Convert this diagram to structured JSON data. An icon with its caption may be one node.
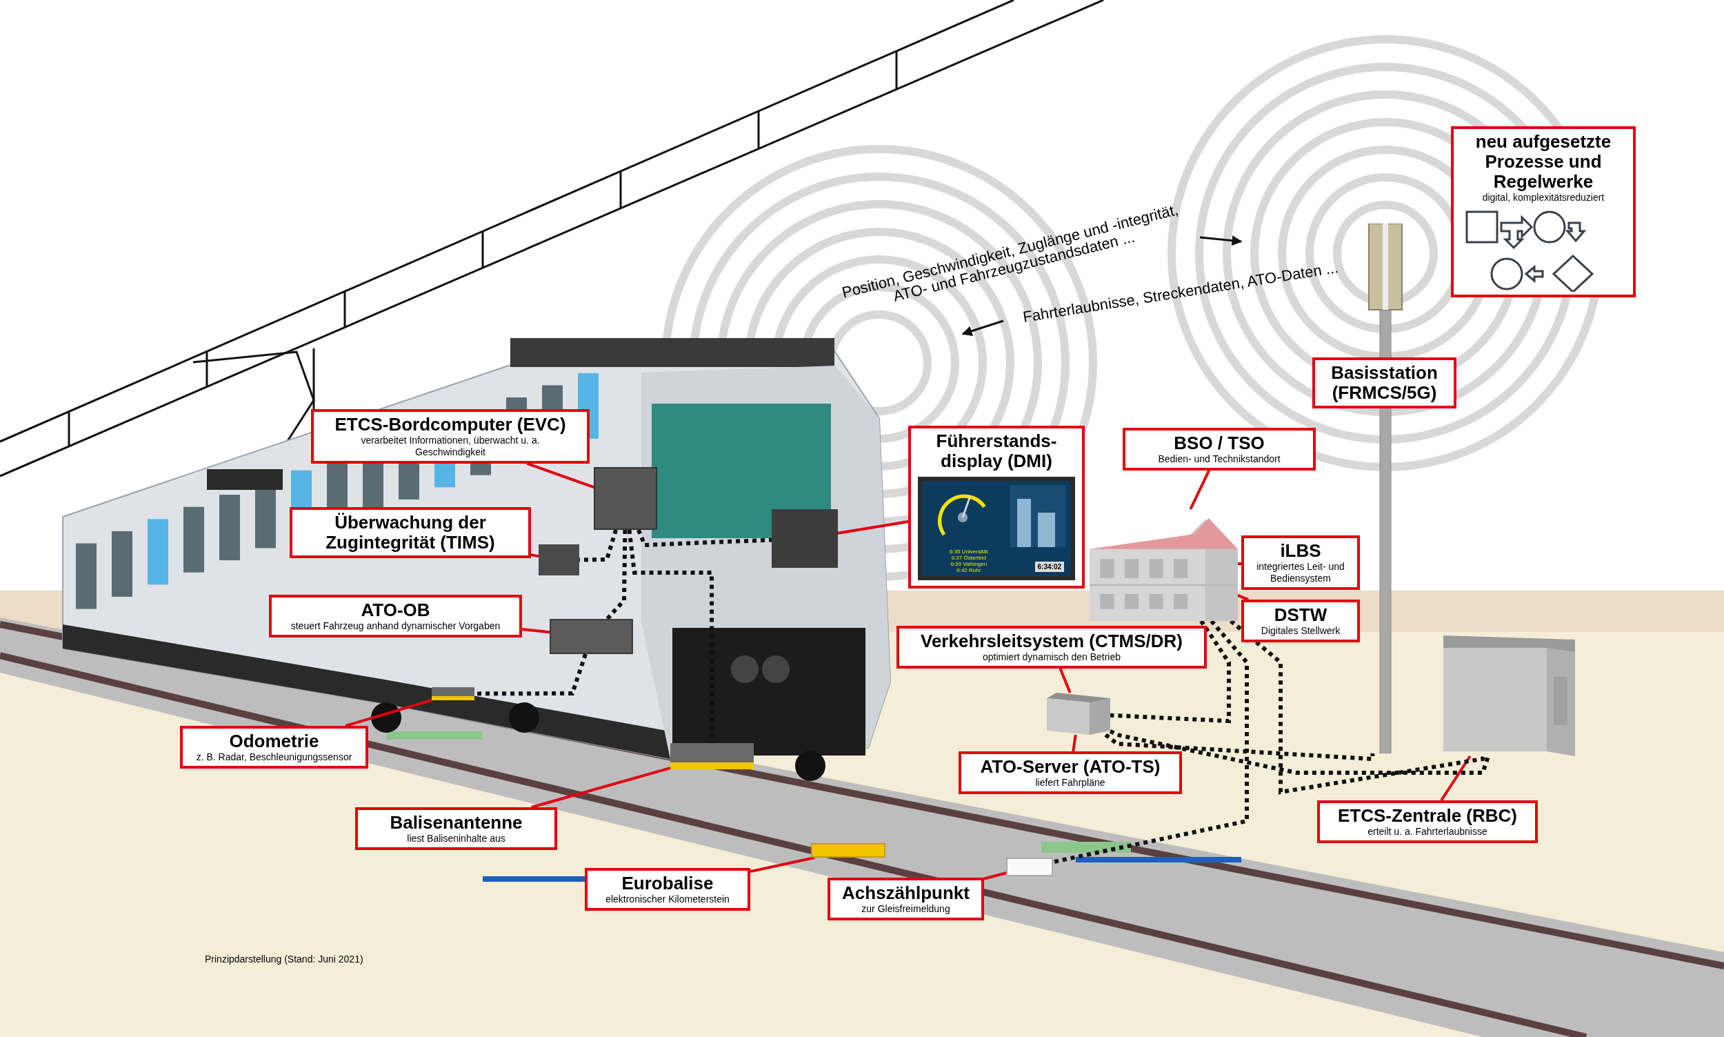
{
  "diagram": {
    "nodes": [
      {
        "text": [
          "ETCS-Bordcomputer (EVC)",
          "verarbeitet Informationen, überwacht u. a. Geschwindigkeit"
        ]
      },
      {
        "text": [
          "Überwachung der Zugintegrität (TIMS)"
        ]
      },
      {
        "text": [
          "ATO-OB",
          "steuert Fahrzeug anhand dynamischer Vorgaben"
        ]
      },
      {
        "text": [
          "Odometrie",
          "z. B. Radar, Beschleunigungssensor"
        ]
      },
      {
        "text": [
          "Balisenantenne",
          "liest Baliseninhalte aus"
        ]
      },
      {
        "text": [
          "Eurobalise",
          "elektronischer Kilometerstein"
        ]
      },
      {
        "text": [
          "Achszählpunkt",
          "zur Gleisfreimeldung"
        ]
      },
      {
        "text": [
          "Führerstands-display (DMI)"
        ]
      },
      {
        "text": [
          "BSO / TSO",
          "Bedien- und Technikstandort"
        ]
      },
      {
        "text": [
          "iLBS",
          "integriertes Leit- und Bediensystem"
        ]
      },
      {
        "text": [
          "DSTW",
          "Digitales Stellwerk"
        ]
      },
      {
        "text": [
          "Verkehrsleitsystem (CTMS/DR)",
          "optimiert dynamisch den Betrieb"
        ]
      },
      {
        "text": [
          "ATO-Server (ATO-TS)",
          "liefert Fahrpläne"
        ]
      },
      {
        "text": [
          "ETCS-Zentrale (RBC)",
          "erteilt u. a. Fahrterlaubnisse"
        ]
      },
      {
        "text": [
          "Basisstation (FRMCS/5G)"
        ]
      },
      {
        "text": [
          "neu aufgesetzte Prozesse und Regelwerke",
          "digital, komplexitätsreduziert"
        ]
      },
      {
        "text": [],
        "shape": "box"
      },
      {
        "text": [],
        "shape": "box"
      },
      {
        "text": [],
        "shape": "box"
      },
      {
        "text": [],
        "shape": "box"
      },
      {
        "text": [],
        "shape": "box"
      },
      {
        "text": [],
        "shape": "box"
      },
      {
        "text": [],
        "shape": "box"
      },
      {
        "text": [],
        "shape": "box"
      },
      {
        "text": [],
        "shape": "box"
      },
      {
        "text": [],
        "shape": "picture"
      },
      {
        "text": [],
        "shape": "box"
      },
      {
        "text": [],
        "shape": "picture"
      }
    ],
    "edges": [
      {
        "from": 0,
        "to": 16,
        "arrow": "none"
      },
      {
        "from": 1,
        "to": 17,
        "arrow": "none"
      },
      {
        "from": 2,
        "to": 18,
        "arrow": "none"
      },
      {
        "from": 3,
        "to": 20,
        "arrow": "none"
      },
      {
        "from": 4,
        "to": 21,
        "arrow": "none"
      },
      {
        "from": 5,
        "to": 22,
        "arrow": "none"
      },
      {
        "from": 6,
        "to": 23,
        "arrow": "none"
      },
      {
        "from": 7,
        "to": 19,
        "arrow": "none"
      },
      {
        "from": 8,
        "to": 25,
        "arrow": "none"
      },
      {
        "from": 9,
        "to": 25,
        "arrow": "none"
      },
      {
        "from": 10,
        "to": 25,
        "arrow": "none"
      },
      {
        "from": 11,
        "to": 24,
        "arrow": "none"
      },
      {
        "from": 12,
        "to": 24,
        "arrow": "none"
      },
      {
        "from": 13,
        "to": 26,
        "arrow": "none"
      },
      {
        "from": 16,
        "to": 17,
        "arrow": "none",
        "style": "dashed",
        "color": "#111111"
      },
      {
        "from": 16,
        "to": 18,
        "arrow": "none",
        "style": "dashed",
        "color": "#111111"
      },
      {
        "from": 16,
        "to": 19,
        "arrow": "none",
        "style": "dashed",
        "color": "#111111"
      },
      {
        "from": 16,
        "to": 21,
        "arrow": "none",
        "style": "dashed",
        "color": "#111111"
      },
      {
        "from": 18,
        "to": 20,
        "arrow": "none",
        "style": "dashed",
        "color": "#111111"
      },
      {
        "from": 25,
        "to": 24,
        "arrow": "none",
        "style": "dashed",
        "color": "#111111"
      },
      {
        "from": 25,
        "to": 23,
        "arrow": "none",
        "style": "dashed",
        "color": "#111111"
      },
      {
        "from": 25,
        "to": 26,
        "arrow": "none",
        "style": "dashed",
        "color": "#111111"
      },
      {
        "from": 24,
        "to": 26,
        "arrow": "none",
        "style": "dashed",
        "color": "#111111"
      },
      {
        "from": 24,
        "to": 27,
        "arrow": "none",
        "style": "dashed",
        "color": "#111111"
      }
    ],
    "labels": [
      "Position, Geschwindigkeit, Zuglänge und -integrität, ATO- und Fahrzeugzustandsdaten ...",
      "Fahrterlaubnisse, Streckendaten, ATO-Daten ...",
      "Prinzipdarstellung (Stand: Juni 2021)",
      "6:35 Universität",
      "6:37 Österfeld",
      "6:39 Vaihingen",
      "6:42 Rohr",
      "6:34:02"
    ]
  }
}
